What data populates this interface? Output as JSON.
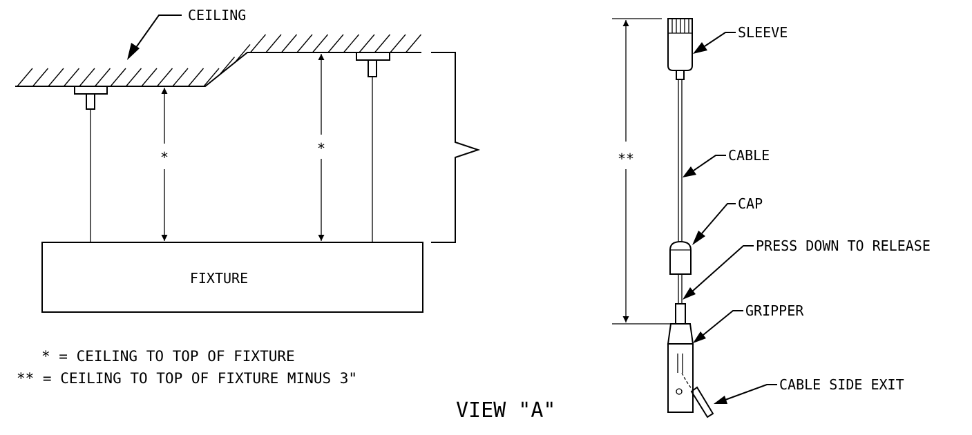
{
  "labels": {
    "ceiling": "CEILING",
    "fixture": "FIXTURE",
    "sleeve": "SLEEVE",
    "cable": "CABLE",
    "cap": "CAP",
    "press_down": "PRESS DOWN TO RELEASE",
    "gripper": "GRIPPER",
    "cable_side_exit": "CABLE SIDE EXIT"
  },
  "dimensions": {
    "single_star": "*",
    "double_star": "**"
  },
  "legend": {
    "line1": "* = CEILING TO TOP OF FIXTURE",
    "line2": "** = CEILING TO TOP OF FIXTURE MINUS 3\""
  },
  "view_title": "VIEW \"A\""
}
